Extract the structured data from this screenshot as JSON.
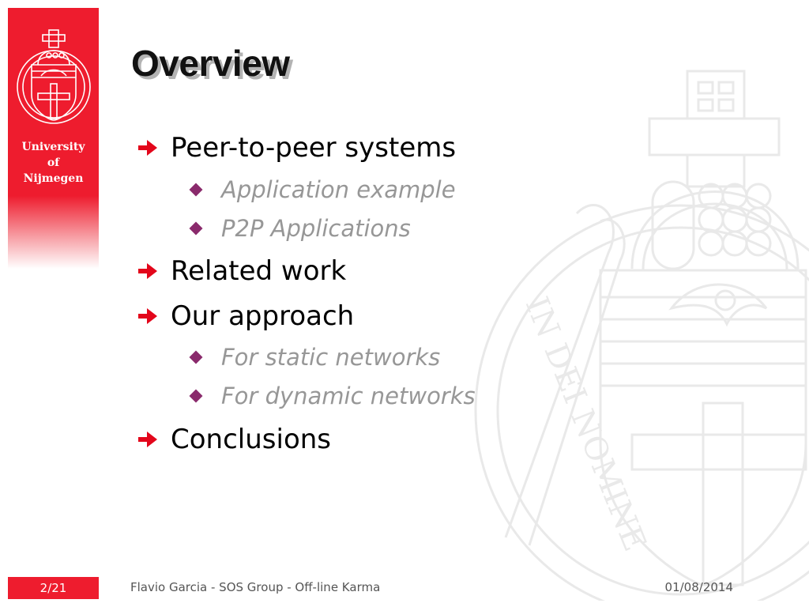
{
  "banner": {
    "university_lines": [
      "University",
      "of",
      "Nijmegen"
    ]
  },
  "slide": {
    "title": "Overview"
  },
  "outline": {
    "items": [
      {
        "label": "Peer-to-peer systems",
        "subitems": [
          "Application example",
          "P2P Applications"
        ]
      },
      {
        "label": "Related work",
        "subitems": []
      },
      {
        "label": "Our approach",
        "subitems": [
          "For static networks",
          "For dynamic networks"
        ]
      },
      {
        "label": "Conclusions",
        "subitems": []
      }
    ]
  },
  "footer": {
    "page": "2/21",
    "text": "Flavio Garcia - SOS Group - Off-line Karma",
    "date": "01/08/2014"
  },
  "colors": {
    "brand_red": "#ee1c2e",
    "bullet_arrow": "#e3061b",
    "sub_bullet": "#8a2a6c",
    "subitem_text": "#979797"
  },
  "icons": {
    "bullet": "arrow-right-icon",
    "sub_bullet": "diamond-icon",
    "logo": "university-seal-logo",
    "watermark": "university-seal-watermark"
  },
  "watermark_text": "IN DEI NOMINE"
}
